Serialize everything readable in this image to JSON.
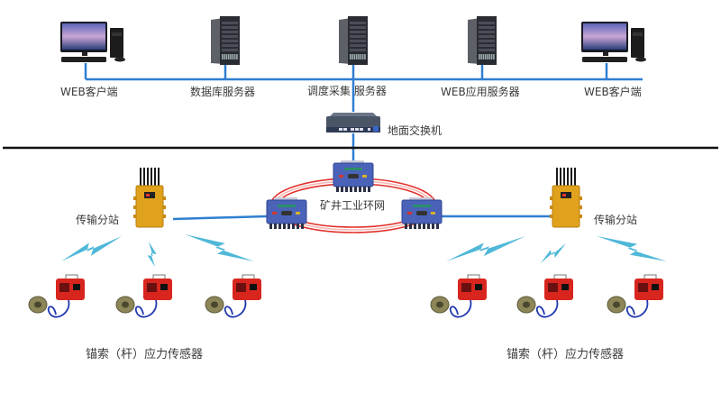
{
  "diagram": {
    "title": "",
    "colors": {
      "link": "#2f7fd0",
      "divider": "#111111",
      "ring": "#e0302a",
      "wireless": "#4fb8d8",
      "switch_body": "#5a6578",
      "ring_switch_body": "#4a63b8",
      "substation_body": "#e0a21c",
      "sensor_body": "#d8261f"
    },
    "surface": {
      "nodes": [
        {
          "id": "web-client-1",
          "icon": "desktop-computer-icon",
          "label": "WEB客户端"
        },
        {
          "id": "db-server",
          "icon": "tower-server-icon",
          "label": "数据库服务器"
        },
        {
          "id": "dispatch-server",
          "icon": "tower-server-icon",
          "label": "调度采集 服务器"
        },
        {
          "id": "web-app-server",
          "icon": "tower-server-icon",
          "label": "WEB应用服务器"
        },
        {
          "id": "web-client-2",
          "icon": "desktop-computer-icon",
          "label": "WEB客户端"
        }
      ],
      "switch": {
        "icon": "network-switch-icon",
        "label": "地面交换机"
      }
    },
    "underground": {
      "ring": {
        "label": "矿井工业环网",
        "switch_icon": "ring-switch-icon",
        "switch_count": 3
      },
      "substations": [
        {
          "id": "substation-left",
          "icon": "transmission-substation-icon",
          "label": "传输分站"
        },
        {
          "id": "substation-right",
          "icon": "transmission-substation-icon",
          "label": "传输分站"
        }
      ],
      "sensor_groups": [
        {
          "id": "sensors-left",
          "icon": "stress-sensor-icon",
          "count": 3,
          "label": "锚索（杆）应力传感器"
        },
        {
          "id": "sensors-right",
          "icon": "stress-sensor-icon",
          "count": 3,
          "label": "锚索（杆）应力传感器"
        }
      ],
      "wireless_icon": "wireless-signal-icon"
    }
  }
}
